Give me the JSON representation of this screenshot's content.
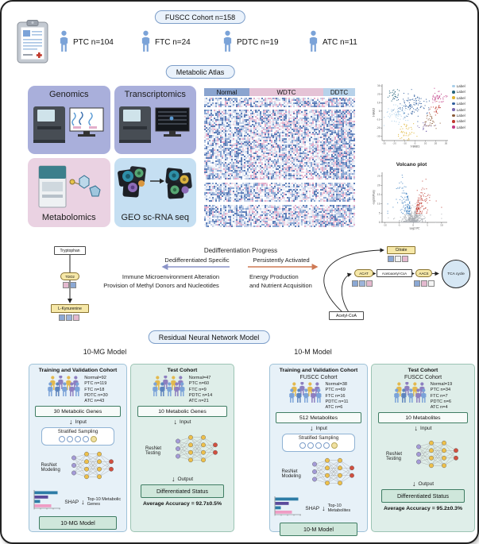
{
  "badges": {
    "cohort": "FUSCC Cohort n=158",
    "atlas": "Metabolic Atlas",
    "resnet": "Residual Neural Network Model"
  },
  "cohort_groups": [
    {
      "label": "PTC n=104"
    },
    {
      "label": "FTC n=24"
    },
    {
      "label": "PDTC n=19"
    },
    {
      "label": "ATC n=11"
    }
  ],
  "omics": {
    "genomics": "Genomics",
    "transcriptomics": "Transcriptomics",
    "metabolomics": "Metabolomics",
    "geo": "GEO sc-RNA seq"
  },
  "heatmap": {
    "groups": [
      {
        "label": "Normal",
        "color": "#8aa4cf",
        "x": 255,
        "w": 57
      },
      {
        "label": "WDTC",
        "color": "#e5c3d6",
        "x": 312,
        "w": 93
      },
      {
        "label": "DDTC",
        "color": "#b7d2ea",
        "x": 405,
        "w": 40
      }
    ],
    "palette": {
      "blues": [
        "#5f7fb8",
        "#8ea9d4",
        "#c3d0e8"
      ],
      "pinks": [
        "#e3aecb",
        "#f0d2e0"
      ],
      "lights": [
        "#f3f5fa",
        "#e9edf5",
        "#ffffff"
      ]
    },
    "row_blocks": [
      {
        "y": 0,
        "h": 12
      },
      {
        "y": 15,
        "h": 88
      },
      {
        "y": 107,
        "h": 24
      },
      {
        "y": 135,
        "h": 28
      }
    ]
  },
  "chart_data": [
    {
      "type": "scatter",
      "name": "t-SNE",
      "xlabel": "t-SNE1",
      "ylabel": "t-SNE2",
      "xlim": [
        -32,
        32
      ],
      "ylim": [
        -35,
        32
      ],
      "xticks": [
        -30,
        -20,
        -10,
        0,
        10,
        20,
        30
      ],
      "yticks": [
        -30,
        -20,
        -10,
        0,
        10,
        20,
        30
      ],
      "legend": [
        {
          "label": "Label",
          "color": "#a9cfe9"
        },
        {
          "label": "Label",
          "color": "#27657c"
        },
        {
          "label": "Label",
          "color": "#deb535"
        },
        {
          "label": "Label",
          "color": "#2f5e9e"
        },
        {
          "label": "Label",
          "color": "#7a68ae"
        },
        {
          "label": "Label",
          "color": "#8a5a38"
        },
        {
          "label": "Label",
          "color": "#c03a30"
        },
        {
          "label": "Label",
          "color": "#c23f87"
        }
      ],
      "clusters": [
        {
          "color": "#a9cfe9",
          "cx": -17,
          "cy": -3,
          "spread": 6,
          "n": 70
        },
        {
          "color": "#27657c",
          "cx": -20,
          "cy": 20,
          "spread": 3.5,
          "n": 28
        },
        {
          "color": "#deb535",
          "cx": -9,
          "cy": -25,
          "spread": 4.5,
          "n": 40
        },
        {
          "color": "#2f5e9e",
          "cx": -2,
          "cy": 6,
          "spread": 7.5,
          "n": 110
        },
        {
          "color": "#7a68ae",
          "cx": 10,
          "cy": -20,
          "spread": 3,
          "n": 16
        },
        {
          "color": "#8a5a38",
          "cx": 16,
          "cy": -12,
          "spread": 4.5,
          "n": 32
        },
        {
          "color": "#c03a30",
          "cx": 21,
          "cy": 2,
          "spread": 3.5,
          "n": 26
        },
        {
          "color": "#c23f87",
          "cx": 23,
          "cy": 15,
          "spread": 4.5,
          "n": 40
        }
      ]
    },
    {
      "type": "scatter",
      "name": "volcano",
      "title": "Volcano plot",
      "xlabel": "Log2 FC",
      "ylabel": "-log10(Padj)",
      "xlim": [
        -11,
        12
      ],
      "ylim": [
        0,
        27
      ],
      "xticks": [
        -10,
        -5,
        0,
        5,
        10
      ],
      "yticks": [
        0,
        5,
        10,
        15,
        20,
        25
      ],
      "colors": {
        "up": "#bf3a30",
        "down": "#3a7dbf",
        "ns": "#a8adb3"
      },
      "n_points": 650,
      "sig_y": 4.5,
      "sig_x": 0.9
    }
  ],
  "pathways": {
    "left": {
      "substrate": "Tryptophan",
      "enzyme": "TDO2",
      "product": "L-Kynurenine",
      "enzyme_marks": [
        "#e4b9cf",
        "#8ba8d4"
      ],
      "product_marks": [
        "#8ba8d4",
        "#9db4da",
        "#e4b9cf"
      ]
    },
    "right": {
      "citrate": "Citrate",
      "citrate_marks": [
        "#8ba8d4",
        "#f0f0f0",
        "#e4b9cf"
      ],
      "acat": "ACAT",
      "acat_marks": [
        "#8ba8d4",
        "#9db4da",
        "#e4b9cf"
      ],
      "acetoacetyl": "Acetoacetyl-CoA",
      "aacs": "AACS",
      "aacs_marks": [
        "#8ba8d4",
        "#e4b9cf",
        "#f5f5f5"
      ],
      "tca": "TCA cycle",
      "acetyl": "Acetyl-CoA"
    }
  },
  "middle": {
    "progress": "Dedifferentiation Progress",
    "left_head": "Dedifferentiated Specific",
    "right_head": "Persistently Activated",
    "left_line1": "Immune Microenvironment Alteration",
    "left_line2": "Provision of Methyl Donors and Nucleotides",
    "right_line1": "Energy Production",
    "right_line2": "and Nutrient Acquisition"
  },
  "model_labels": {
    "mg": "10-MG Model",
    "m": "10-M Model"
  },
  "panels": {
    "mg_train": {
      "title": "Training and  Validation Cohort",
      "stats": [
        "Normal=92",
        "PTC n=119",
        "FTC n=18",
        "PDTC n=30",
        "ATC n=43"
      ],
      "input_box": "30 Metabolic Genes",
      "input_label": "Input",
      "sampling": "Stratified Sampling",
      "resnet_label": "ResNet\nModeling",
      "shap": "SHAP",
      "top10": "Top-10 Metabolic Genes",
      "model_box": "10-MG Model"
    },
    "mg_test": {
      "title": "Test Cohort",
      "stats": [
        "Normal=47",
        "PTC n=60",
        "FTC n=9",
        "PDTC n=14",
        "ATC n=21"
      ],
      "input_box": "10 Metabolic Genes",
      "input_label": "Input",
      "resnet_label": "ResNet\nTesting",
      "output_label": "Output",
      "status_box": "Differentiated Status",
      "accuracy": "Average Accuracy = 92.7±0.5%"
    },
    "m_train": {
      "title": "Training and  Validation Cohort",
      "subtitle": "FUSCC Cohort",
      "stats": [
        "Normal=38",
        "PTC n=69",
        "FTC n=16",
        "PDTC n=11",
        "ATC n=6"
      ],
      "input_box": "512 Metabolites",
      "input_label": "Input",
      "sampling": "Stratified Sampling",
      "resnet_label": "ResNet\nModeling",
      "shap": "SHAP",
      "top10": "Top-10 Metabolites",
      "model_box": "10-M Model"
    },
    "m_test": {
      "title": "Test Cohort",
      "subtitle": "FUSCC Cohort",
      "stats": [
        "Normal=19",
        "PTC n=34",
        "FTC n=7",
        "PDTC n=6",
        "ATC n=4"
      ],
      "input_box": "10 Metabolites",
      "input_label": "Input",
      "resnet_label": "ResNet\nTesting",
      "output_label": "Output",
      "status_box": "Differentiated Status",
      "accuracy": "Average Accuracy = 95.2±0.3%"
    }
  }
}
